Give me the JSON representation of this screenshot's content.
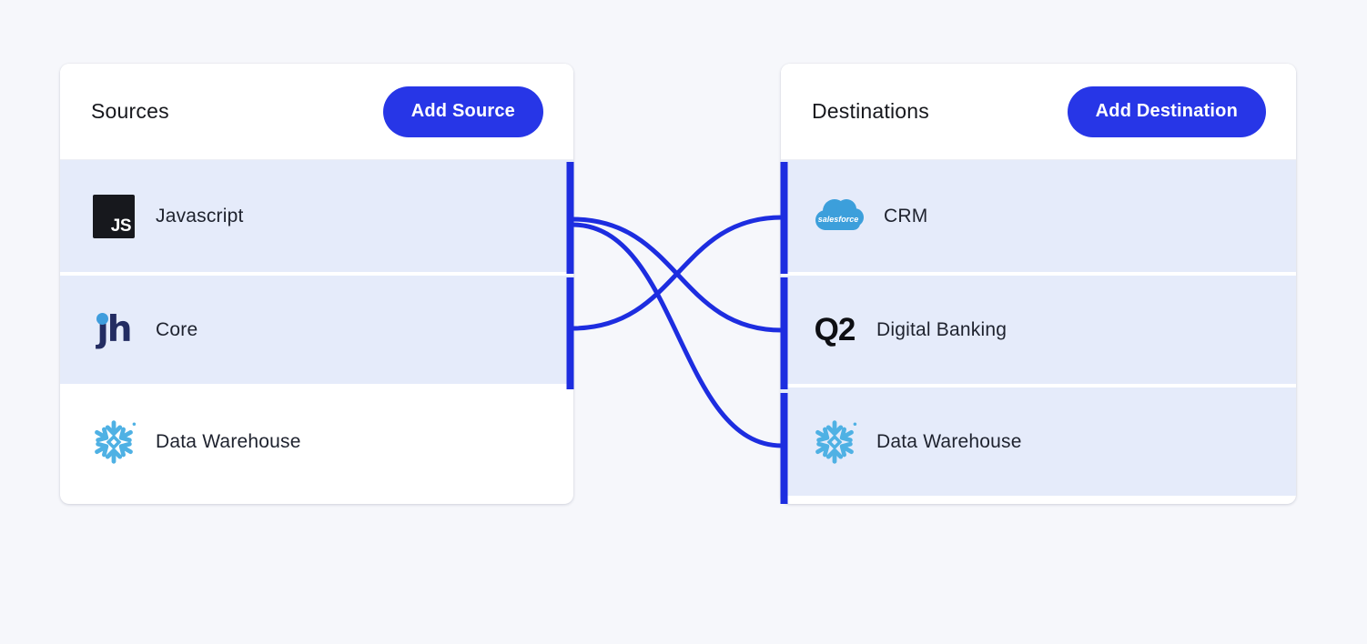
{
  "colors": {
    "accent_button": "#2736E7",
    "accent_line": "#1D2DE0",
    "row_highlight": "#E5EBFA",
    "page_background": "#F6F7FB",
    "snowflake_blue": "#4FB1E4",
    "salesforce_blue": "#3C9FDB",
    "jackhenry_navy": "#232C62"
  },
  "panels": {
    "sources": {
      "title": "Sources",
      "add_button": "Add Source",
      "items": [
        {
          "label": "Javascript",
          "icon": "javascript-icon"
        },
        {
          "label": "Core",
          "icon": "jackhenry-icon"
        },
        {
          "label": "Data Warehouse",
          "icon": "snowflake-icon"
        }
      ]
    },
    "destinations": {
      "title": "Destinations",
      "add_button": "Add Destination",
      "items": [
        {
          "label": "CRM",
          "icon": "salesforce-icon"
        },
        {
          "label": "Digital Banking",
          "icon": "q2-icon"
        },
        {
          "label": "Data Warehouse",
          "icon": "snowflake-icon"
        }
      ]
    }
  },
  "icon_text": {
    "javascript": "JS",
    "jackhenry": "ȷh",
    "q2": "Q2",
    "salesforce": "salesforce"
  },
  "connections": [
    {
      "from": "Javascript",
      "to": "Digital Banking"
    },
    {
      "from": "Javascript",
      "to": "Data Warehouse"
    },
    {
      "from": "Core",
      "to": "CRM"
    }
  ]
}
